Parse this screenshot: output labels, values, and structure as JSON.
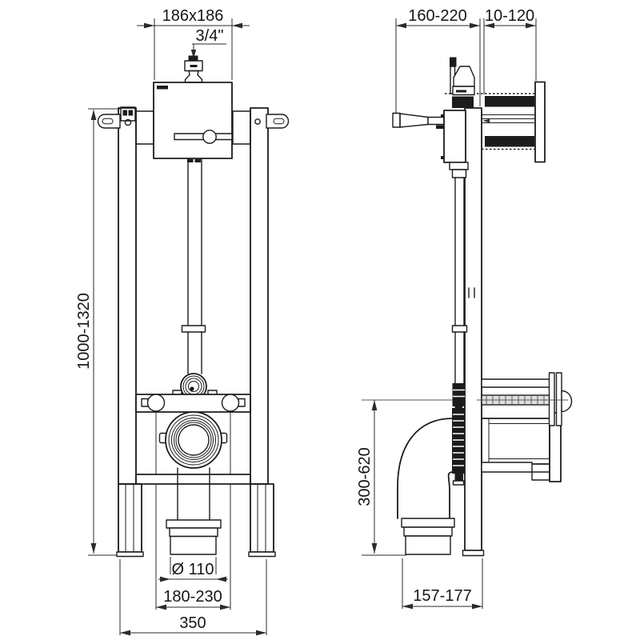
{
  "colors": {
    "line": "#1c1c1c",
    "dimension": "#2b2b2b",
    "background": "#ffffff",
    "thread_fill": "#e0e0e0"
  },
  "dimensions": {
    "cistern_width": "186x186",
    "inlet_connection": "3/4\"",
    "bracket_depth": "160-220",
    "wall_distance": "10-120",
    "frame_height": "1000-1320",
    "outlet_axis_height": "300-620",
    "outlet_diameter": "Ø 110",
    "bolt_spacing": "180-230",
    "frame_width": "350",
    "base_depth": "157-177"
  }
}
